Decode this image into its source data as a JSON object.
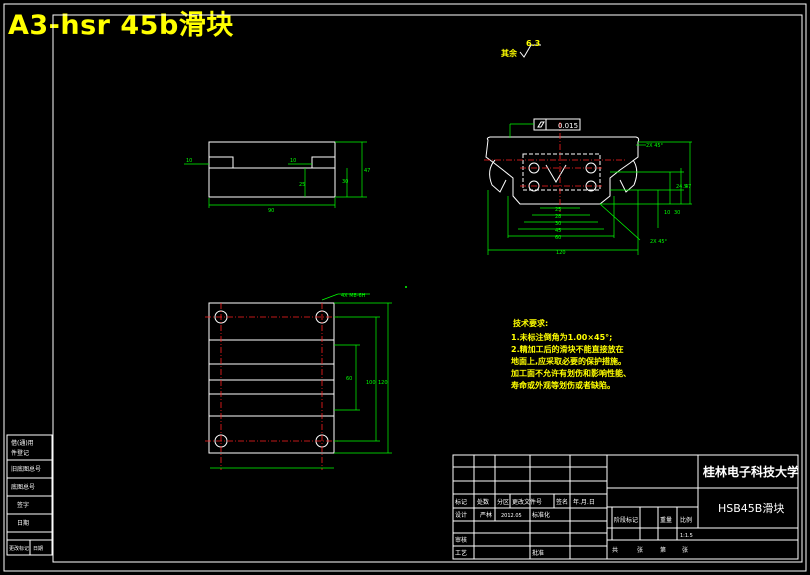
{
  "title": "A3-hsr 45b滑块",
  "roughness_label": "其余",
  "roughness_value": "6.3",
  "tolerance_value": "0.015",
  "dims": {
    "top_left_10": "10",
    "top_mid_10": "10",
    "top_25": "25",
    "top_width": "90",
    "top_height": "47",
    "top_height2": "30",
    "chamfer_top": "2X 45°",
    "chamfer_bot": "2X 45°",
    "sec_25": "25",
    "sec_28": "28",
    "sec_30": "30",
    "sec_45": "45",
    "sec_60": "60",
    "sec_120": "120",
    "sec_v1": "24.5",
    "sec_v2": "10",
    "sec_v3": "30",
    "sec_v4": "47",
    "hole_note": "4X M8-6H",
    "plan_v1": "60",
    "plan_v2": "100",
    "plan_v3": "120"
  },
  "tech": {
    "heading": "技术要求:",
    "lines": [
      "1.未标注倒角为1.00×45°;",
      "2.精加工后的滑块不能直接放在",
      "地面上,应采取必要的保护措施。",
      "加工面不允许有划伤和影响性能、",
      "寿命或外观等划伤或者缺陷。"
    ]
  },
  "left_strip": [
    "借(通)用",
    "件登记",
    "旧底图总号",
    "底图总号",
    "签字",
    "日期",
    "更改标记",
    "日期"
  ],
  "titleblock": {
    "school": "桂林电子科技大学",
    "part": "HSB45B滑块",
    "row_labels": [
      "标记",
      "处数",
      "分区",
      "更改文件号",
      "签名",
      "年.月.日"
    ],
    "design": "设计",
    "designer": "严林",
    "date": "2012.05",
    "standard": "标准化",
    "review": "审核",
    "process": "工艺",
    "approve": "批准",
    "stage": "阶段标记",
    "weight": "重量",
    "scale": "比例",
    "scale_value": "1:1.5",
    "sheets": "共",
    "sheet": "张",
    "sheet_of": "第",
    "sheet_of2": "张"
  }
}
